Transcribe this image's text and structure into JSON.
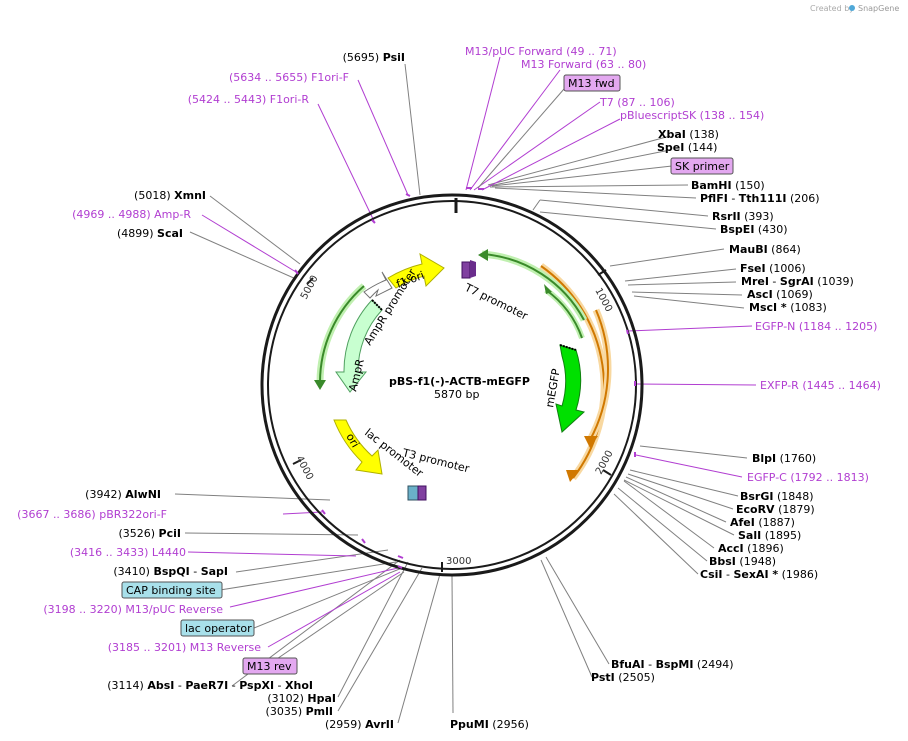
{
  "credit": {
    "prefix": "Created by",
    "brand": "SnapGene"
  },
  "plasmid": {
    "name": "pBS-f1(-)-ACTB-mEGFP",
    "size_label": "5870 bp",
    "length": 5870
  },
  "tick_labels": [
    "1000",
    "2000",
    "3000",
    "4000",
    "5000"
  ],
  "colors": {
    "primer": "#b13ed1",
    "feature_yellow": "#ffff00",
    "feature_green": "#00e000",
    "feature_lightgreen": "#c8ffd0",
    "feature_orange": "#f0a030",
    "feature_purple": "#8040a0",
    "box_purple": "#e3a8f0",
    "box_cyan": "#a8e0ea"
  },
  "features": [
    {
      "name": "f1 ori",
      "label": "f1 ori"
    },
    {
      "name": "AmpR promoter",
      "label": "AmpR promoter"
    },
    {
      "name": "AmpR",
      "label": "AmpR"
    },
    {
      "name": "ori",
      "label": "ori"
    },
    {
      "name": "lac promoter",
      "label": "lac promoter"
    },
    {
      "name": "T3 promoter",
      "label": "T3 promoter"
    },
    {
      "name": "T7 promoter",
      "label": "T7 promoter"
    },
    {
      "name": "mEGFP",
      "label": "mEGFP"
    }
  ],
  "left_labels": [
    {
      "id": "psii",
      "pos": "(5695)",
      "name": "PsiI",
      "kind": "enzyme"
    },
    {
      "id": "f1orif",
      "pos": "(5634 .. 5655)",
      "name": "F1ori-F",
      "kind": "primer"
    },
    {
      "id": "f1orir",
      "pos": "(5424 .. 5443)",
      "name": "F1ori-R",
      "kind": "primer"
    },
    {
      "id": "xmni",
      "pos": "(5018)",
      "name": "XmnI",
      "kind": "enzyme"
    },
    {
      "id": "ampr",
      "pos": "(4969 .. 4988)",
      "name": "Amp-R",
      "kind": "primer"
    },
    {
      "id": "scai",
      "pos": "(4899)",
      "name": "ScaI",
      "kind": "enzyme"
    },
    {
      "id": "alwni",
      "pos": "(3942)",
      "name": "AlwNI",
      "kind": "enzyme"
    },
    {
      "id": "pbr",
      "pos": "(3667 .. 3686)",
      "name": "pBR322ori-F",
      "kind": "primer"
    },
    {
      "id": "pcii",
      "pos": "(3526)",
      "name": "PciI",
      "kind": "enzyme"
    },
    {
      "id": "l4440",
      "pos": "(3416 .. 3433)",
      "name": "L4440",
      "kind": "primer"
    },
    {
      "id": "bspqi",
      "pos": "(3410)",
      "name": "BspQI",
      "sep": "-",
      "name2": "SapI",
      "kind": "enzyme"
    },
    {
      "id": "m13pucrev",
      "pos": "(3198 .. 3220)",
      "name": "M13/pUC Reverse",
      "kind": "primer"
    },
    {
      "id": "m13rev2",
      "pos": "(3185 .. 3201)",
      "name": "M13 Reverse",
      "kind": "primer"
    },
    {
      "id": "absi",
      "pos": "(3114)",
      "name": "AbsI",
      "sep": "-",
      "name2": "PaeR7I",
      "sep2": "-",
      "name3": "PspXI",
      "sep3": "-",
      "name4": "XhoI",
      "kind": "enzyme"
    },
    {
      "id": "hpai",
      "pos": "(3102)",
      "name": "HpaI",
      "kind": "enzyme"
    },
    {
      "id": "pmli",
      "pos": "(3035)",
      "name": "PmlI",
      "kind": "enzyme"
    },
    {
      "id": "avrii",
      "pos": "(2959)",
      "name": "AvrII",
      "kind": "enzyme"
    }
  ],
  "boxed_labels": [
    {
      "id": "m13fwd",
      "text": "M13 fwd",
      "style": "purple"
    },
    {
      "id": "skprimer",
      "text": "SK primer",
      "style": "purple"
    },
    {
      "id": "cap",
      "text": "CAP binding site",
      "style": "cyan"
    },
    {
      "id": "lacop",
      "text": "lac operator",
      "style": "cyan"
    },
    {
      "id": "m13rev",
      "text": "M13 rev",
      "style": "purple"
    }
  ],
  "right_labels": [
    {
      "id": "m13pucfwd",
      "name": "M13/pUC Forward",
      "pos": "(49 .. 71)",
      "kind": "primer"
    },
    {
      "id": "m13fwd2",
      "name": "M13 Forward",
      "pos": "(63 .. 80)",
      "kind": "primer"
    },
    {
      "id": "t7",
      "name": "T7",
      "pos": "(87 .. 106)",
      "kind": "primer"
    },
    {
      "id": "pblue",
      "name": "pBluescriptSK",
      "pos": "(138 .. 154)",
      "kind": "primer"
    },
    {
      "id": "xbai",
      "name": "XbaI",
      "pos": "(138)",
      "kind": "enzyme"
    },
    {
      "id": "spei",
      "name": "SpeI",
      "pos": "(144)",
      "kind": "enzyme"
    },
    {
      "id": "bamhi",
      "name": "BamHI",
      "pos": "(150)",
      "kind": "enzyme"
    },
    {
      "id": "pflfi",
      "name": "PflFI",
      "sep": "-",
      "name2": "Tth111I",
      "pos": "(206)",
      "kind": "enzyme"
    },
    {
      "id": "rsrii",
      "name": "RsrII",
      "pos": "(393)",
      "kind": "enzyme"
    },
    {
      "id": "bspei",
      "name": "BspEI",
      "pos": "(430)",
      "kind": "enzyme"
    },
    {
      "id": "maubi",
      "name": "MauBI",
      "pos": "(864)",
      "kind": "enzyme"
    },
    {
      "id": "fsei",
      "name": "FseI",
      "pos": "(1006)",
      "kind": "enzyme"
    },
    {
      "id": "mrei",
      "name": "MreI",
      "sep": "-",
      "name2": "SgrAI",
      "pos": "(1039)",
      "kind": "enzyme"
    },
    {
      "id": "asci",
      "name": "AscI",
      "pos": "(1069)",
      "kind": "enzyme"
    },
    {
      "id": "msci",
      "name": "MscI *",
      "pos": "(1083)",
      "kind": "enzyme"
    },
    {
      "id": "egfpn",
      "name": "EGFP-N",
      "pos": "(1184 .. 1205)",
      "kind": "primer"
    },
    {
      "id": "exfpr",
      "name": "EXFP-R",
      "pos": "(1445 .. 1464)",
      "kind": "primer"
    },
    {
      "id": "blpi",
      "name": "BlpI",
      "pos": "(1760)",
      "kind": "enzyme"
    },
    {
      "id": "egfpc",
      "name": "EGFP-C",
      "pos": "(1792 .. 1813)",
      "kind": "primer"
    },
    {
      "id": "bsrgi",
      "name": "BsrGI",
      "pos": "(1848)",
      "kind": "enzyme"
    },
    {
      "id": "ecorv",
      "name": "EcoRV",
      "pos": "(1879)",
      "kind": "enzyme"
    },
    {
      "id": "afei",
      "name": "AfeI",
      "pos": "(1887)",
      "kind": "enzyme"
    },
    {
      "id": "sali",
      "name": "SalI",
      "pos": "(1895)",
      "kind": "enzyme"
    },
    {
      "id": "acci",
      "name": "AccI",
      "pos": "(1896)",
      "kind": "enzyme"
    },
    {
      "id": "bbsi",
      "name": "BbsI",
      "pos": "(1948)",
      "kind": "enzyme"
    },
    {
      "id": "csii",
      "name": "CsiI",
      "sep": "-",
      "name2": "SexAI *",
      "pos": "(1986)",
      "kind": "enzyme"
    },
    {
      "id": "bfuai",
      "name": "BfuAI",
      "sep": "-",
      "name2": "BspMI",
      "pos": "(2494)",
      "kind": "enzyme"
    },
    {
      "id": "psti",
      "name": "PstI",
      "pos": "(2505)",
      "kind": "enzyme"
    },
    {
      "id": "ppumi",
      "name": "PpuMI",
      "pos": "(2956)",
      "kind": "enzyme"
    }
  ]
}
